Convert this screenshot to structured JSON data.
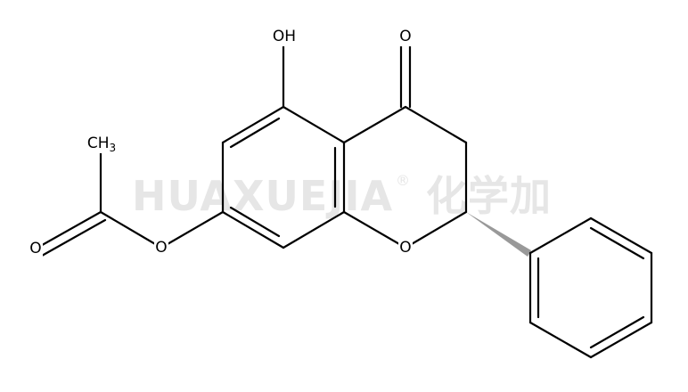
{
  "watermark": {
    "text": "HUAXUEJIA",
    "registered": "®",
    "chinese": "化学加"
  },
  "atoms": {
    "hydroxyl": "OH",
    "ketone_oxygen": "O",
    "ring_oxygen": "O",
    "ester_oxygen": "O",
    "carbonyl_oxygen": "O",
    "methyl": "CH",
    "methyl_subscript": "3"
  }
}
